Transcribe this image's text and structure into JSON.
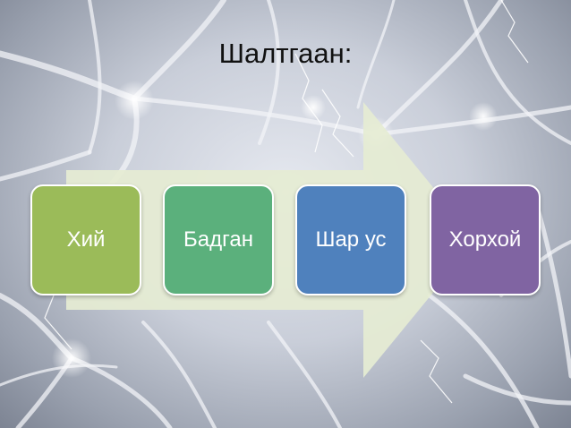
{
  "title": "Шалтгаан:",
  "steps": [
    {
      "label": "Хий",
      "color": "#9bbb59"
    },
    {
      "label": "Бадган",
      "color": "#5bb07c"
    },
    {
      "label": "Шар ус",
      "color": "#4f81bd"
    },
    {
      "label": "Хорхой",
      "color": "#8064a2"
    }
  ],
  "arrow_color": "#e5ecd3",
  "background": "neural network with electric sparks"
}
